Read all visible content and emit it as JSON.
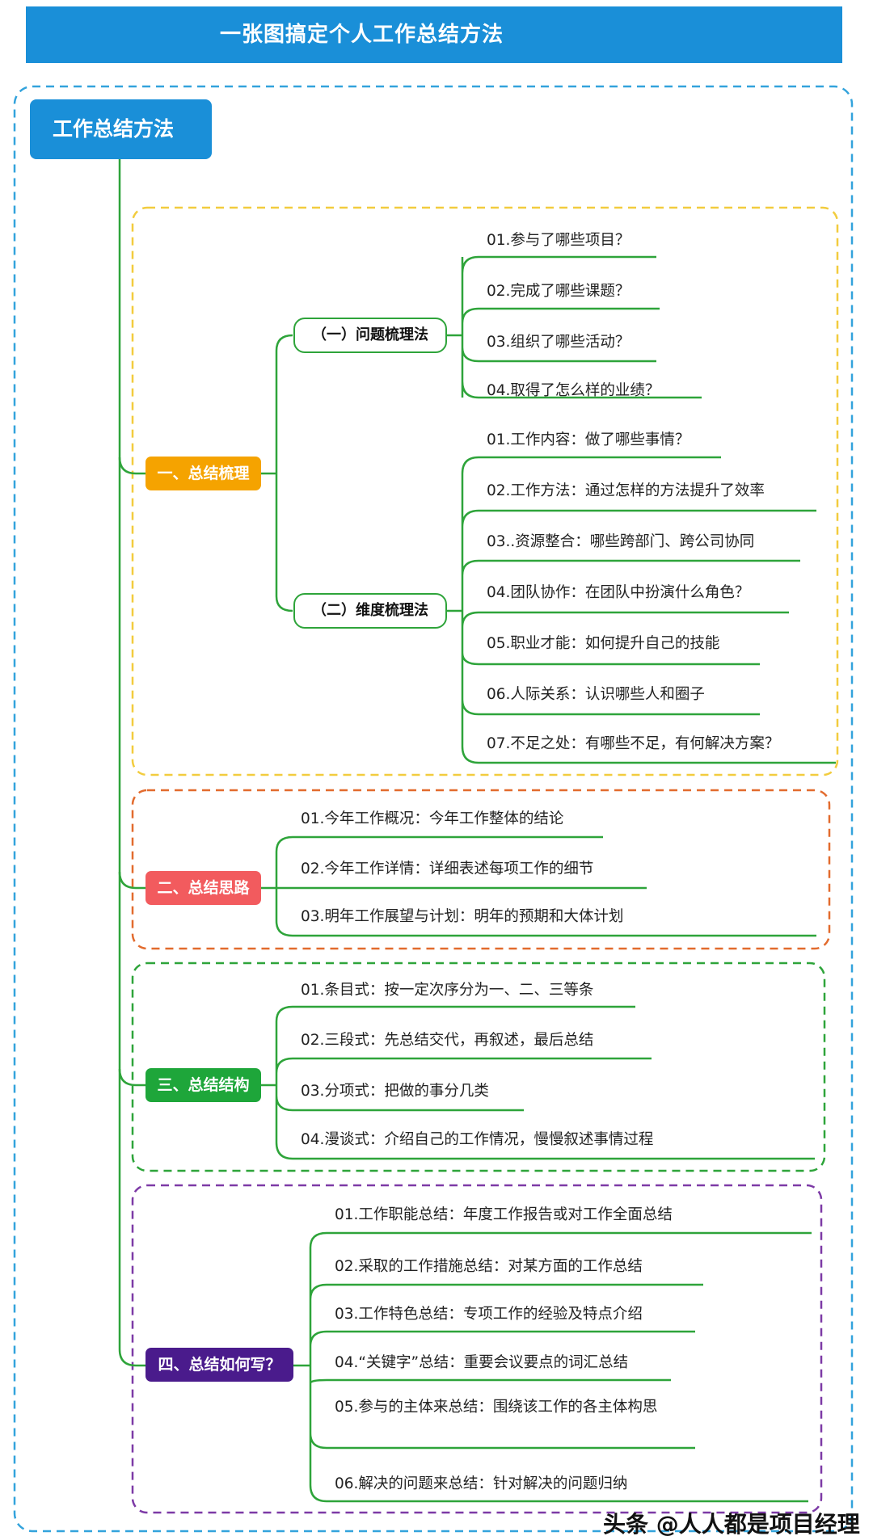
{
  "title": "一张图搞定个人工作总结方法",
  "root": "工作总结方法",
  "sections": [
    {
      "label": "一、总结梳理",
      "color": "#f5a300",
      "subgroups": [
        {
          "label": "（一）问题梳理法",
          "items": [
            "01.参与了哪些项目？",
            "02.完成了哪些课题？",
            "03.组织了哪些活动？",
            "04.取得了怎么样的业绩？"
          ]
        },
        {
          "label": "（二）维度梳理法",
          "items": [
            "01.工作内容：做了哪些事情？",
            "02.工作方法：通过怎样的方法提升了效率",
            "03..资源整合：哪些跨部门、跨公司协同",
            "04.团队协作：在团队中扮演什么角色？",
            "05.职业才能：如何提升自己的技能",
            "06.人际关系：认识哪些人和圈子",
            "07.不足之处：有哪些不足，有何解决方案？"
          ]
        }
      ]
    },
    {
      "label": "二、总结思路",
      "color": "#f25b5e",
      "items": [
        "01.今年工作概况：今年工作整体的结论",
        "02.今年工作详情：详细表述每项工作的细节",
        "03.明年工作展望与计划：明年的预期和大体计划"
      ]
    },
    {
      "label": "三、总结结构",
      "color": "#1ea63a",
      "items": [
        "01.条目式：按一定次序分为一、二、三等条",
        "02.三段式：先总结交代，再叙述，最后总结",
        "03.分项式：把做的事分几类",
        "04.漫谈式：介绍自己的工作情况，慢慢叙述事情过程"
      ]
    },
    {
      "label": "四、总结如何写？",
      "color": "#4a1b8c",
      "items": [
        "01.工作职能总结：年度工作报告或对工作全面总结",
        "02.采取的工作措施总结：对某方面的工作总结",
        "03.工作特色总结：专项工作的经验及特点介绍",
        "04.“关键字”总结：重要会议要点的词汇总结",
        "05.参与的主体来总结：围绕该工作的各主体构思",
        "06.解决的问题来总结：针对解决的问题归纳"
      ]
    }
  ],
  "watermark": "头条 @人人都是项目经理"
}
